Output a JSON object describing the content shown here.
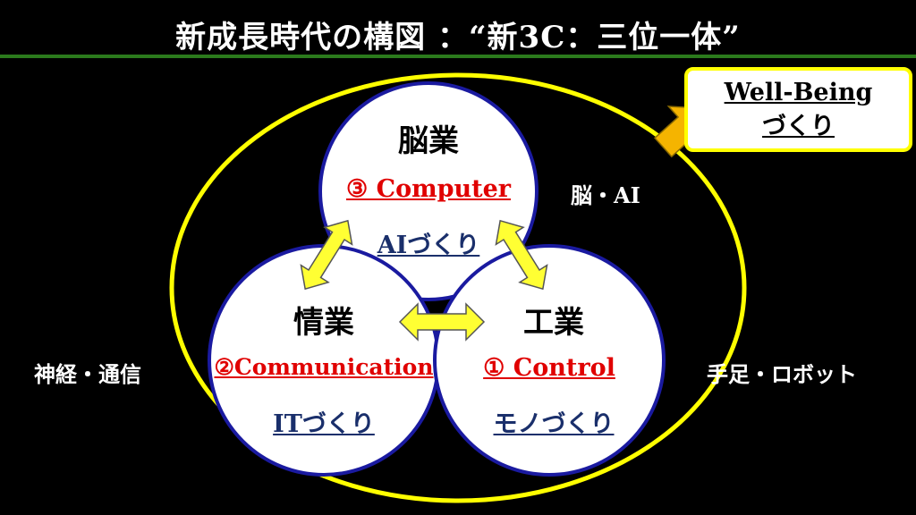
{
  "title": "新成長時代の構図 ：“新3C：三位一体”",
  "well_being": {
    "line1": "Well-Being",
    "line2": "づくり"
  },
  "circles": {
    "top": {
      "heading": "脳業",
      "label": "③ Computer",
      "sub": "AIづくり"
    },
    "left": {
      "heading": "情業",
      "label": "②Communication",
      "sub": "ITづくり"
    },
    "right": {
      "heading": "工業",
      "label": "① Control",
      "sub": "モノづくり"
    }
  },
  "side_labels": {
    "brain": "脳・AI",
    "nerve": "神経・通信",
    "limbs": "手足・ロボット"
  },
  "colors": {
    "ellipse": "#ffff00",
    "circle_border": "#1a1aa0",
    "rule": "#2b7a1c",
    "arrow": "#ffff33",
    "up_arrow": "#f5b400",
    "accent_red": "#e00000",
    "accent_blue": "#1a2f6b"
  }
}
